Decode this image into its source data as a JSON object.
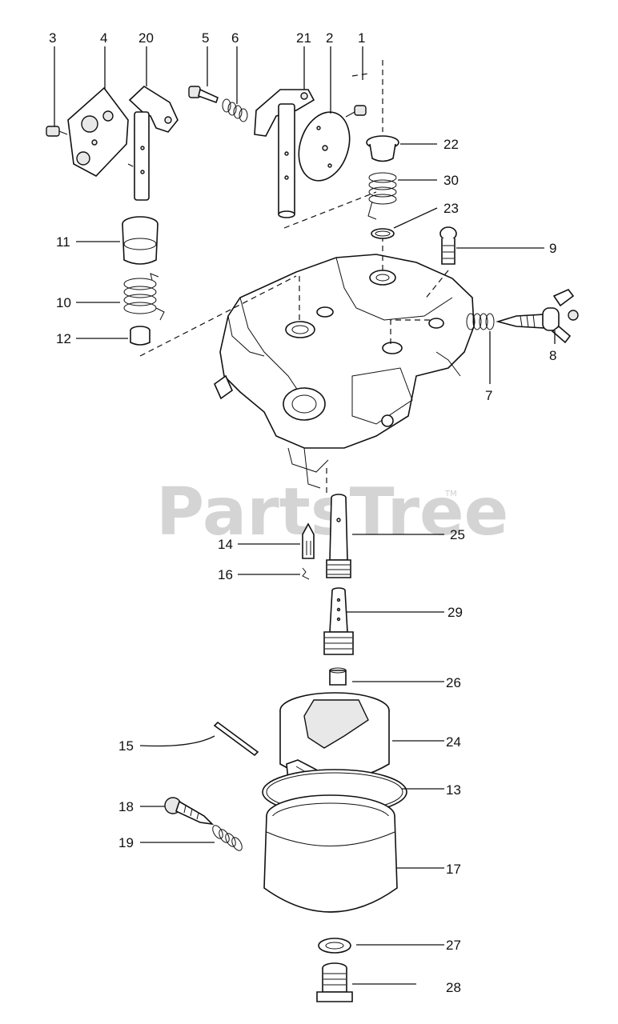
{
  "watermark": "PartsTree",
  "trademark": "TM",
  "callouts": {
    "c1": "1",
    "c2": "2",
    "c3": "3",
    "c4": "4",
    "c5": "5",
    "c6": "6",
    "c7": "7",
    "c8": "8",
    "c9": "9",
    "c10": "10",
    "c11": "11",
    "c12": "12",
    "c13": "13",
    "c14": "14",
    "c15": "15",
    "c16": "16",
    "c17": "17",
    "c18": "18",
    "c19": "19",
    "c20": "20",
    "c21": "21",
    "c22": "22",
    "c23": "23",
    "c24": "24",
    "c25": "25",
    "c26": "26",
    "c27": "27",
    "c28": "28",
    "c29": "29",
    "c30": "30"
  }
}
